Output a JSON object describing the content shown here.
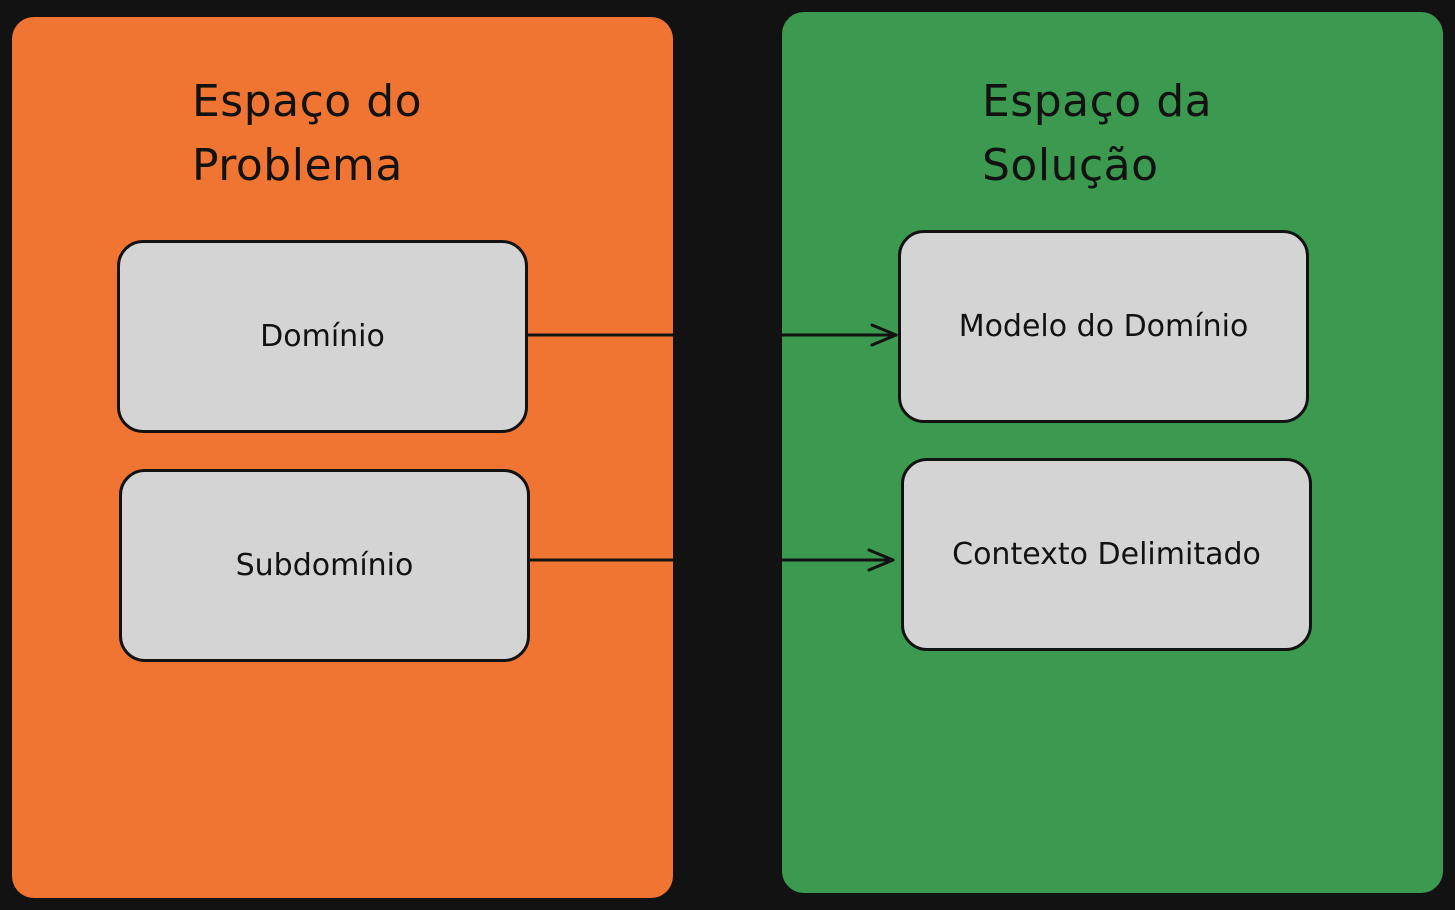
{
  "problem_space": {
    "title": "Espaço do Problema",
    "color": "#f07533",
    "boxes": [
      {
        "label": "Domínio"
      },
      {
        "label": "Subdomínio"
      }
    ]
  },
  "solution_space": {
    "title": "Espaço da Solução",
    "color": "#3b9a4f",
    "boxes": [
      {
        "label": "Modelo do Domínio"
      },
      {
        "label": "Contexto Delimitado"
      }
    ]
  },
  "connections": [
    {
      "from": "Domínio",
      "to": "Modelo do Domínio"
    },
    {
      "from": "Subdomínio",
      "to": "Contexto Delimitado"
    }
  ],
  "colors": {
    "background": "#121212",
    "box_fill": "#d4d4d4",
    "stroke": "#121212"
  }
}
